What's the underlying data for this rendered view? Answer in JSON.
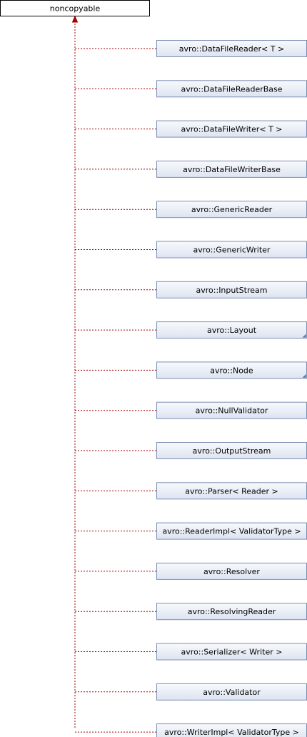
{
  "root": {
    "label": "noncopyable"
  },
  "children": [
    {
      "label": "avro::DataFileReader< T >",
      "has_more": false
    },
    {
      "label": "avro::DataFileReaderBase",
      "has_more": false
    },
    {
      "label": "avro::DataFileWriter< T >",
      "has_more": false
    },
    {
      "label": "avro::DataFileWriterBase",
      "has_more": false
    },
    {
      "label": "avro::GenericReader",
      "has_more": false
    },
    {
      "label": "avro::GenericWriter",
      "has_more": false
    },
    {
      "label": "avro::InputStream",
      "has_more": false
    },
    {
      "label": "avro::Layout",
      "has_more": true
    },
    {
      "label": "avro::Node",
      "has_more": true
    },
    {
      "label": "avro::NullValidator",
      "has_more": false
    },
    {
      "label": "avro::OutputStream",
      "has_more": false
    },
    {
      "label": "avro::Parser< Reader >",
      "has_more": false
    },
    {
      "label": "avro::ReaderImpl< ValidatorType >",
      "has_more": false
    },
    {
      "label": "avro::Resolver",
      "has_more": false
    },
    {
      "label": "avro::ResolvingReader",
      "has_more": false
    },
    {
      "label": "avro::Serializer< Writer >",
      "has_more": false
    },
    {
      "label": "avro::Validator",
      "has_more": false
    },
    {
      "label": "avro::WriterImpl< ValidatorType >",
      "has_more": false
    }
  ],
  "colors": {
    "edge": "#a30000",
    "box_border": "#7e8fb3",
    "box_fill_top": "#f7f9fc",
    "box_fill_bottom": "#dde4f1",
    "more_marker": "#5577bb"
  }
}
